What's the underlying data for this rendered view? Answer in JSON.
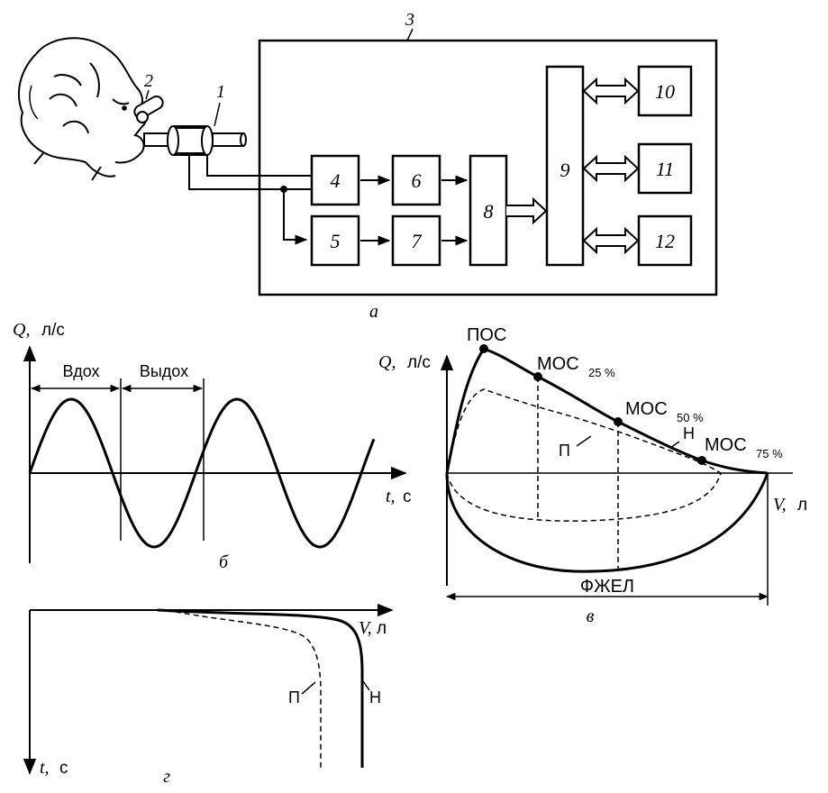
{
  "panel_a": {
    "caption": "а",
    "labels": {
      "mouthpiece": "1",
      "nose_clip": "2",
      "device": "3",
      "b4": "4",
      "b5": "5",
      "b6": "6",
      "b7": "7",
      "b8": "8",
      "b9": "9",
      "b10": "10",
      "b11": "11",
      "b12": "12"
    }
  },
  "panel_b": {
    "caption": "б",
    "y_var": "Q,",
    "y_unit": "л/с",
    "x_var": "t,",
    "x_unit": "с",
    "inhale": "Вдох",
    "exhale": "Выдох"
  },
  "panel_v": {
    "caption": "в",
    "y_var": "Q,",
    "y_unit": "л/с",
    "x_var": "V,",
    "x_unit": "л",
    "pos": "ПОС",
    "mos25": "МОС",
    "mos25_sub": "25 %",
    "mos50": "МОС",
    "mos50_sub": "50 %",
    "mos75": "МОС",
    "mos75_sub": "75 %",
    "normal": "Н",
    "pathology": "П",
    "fvc": "ФЖЕЛ"
  },
  "panel_g": {
    "caption": "г",
    "x_var": "V,",
    "x_unit": "л",
    "y_var": "t,",
    "y_unit": "с",
    "normal": "Н",
    "pathology": "П"
  }
}
